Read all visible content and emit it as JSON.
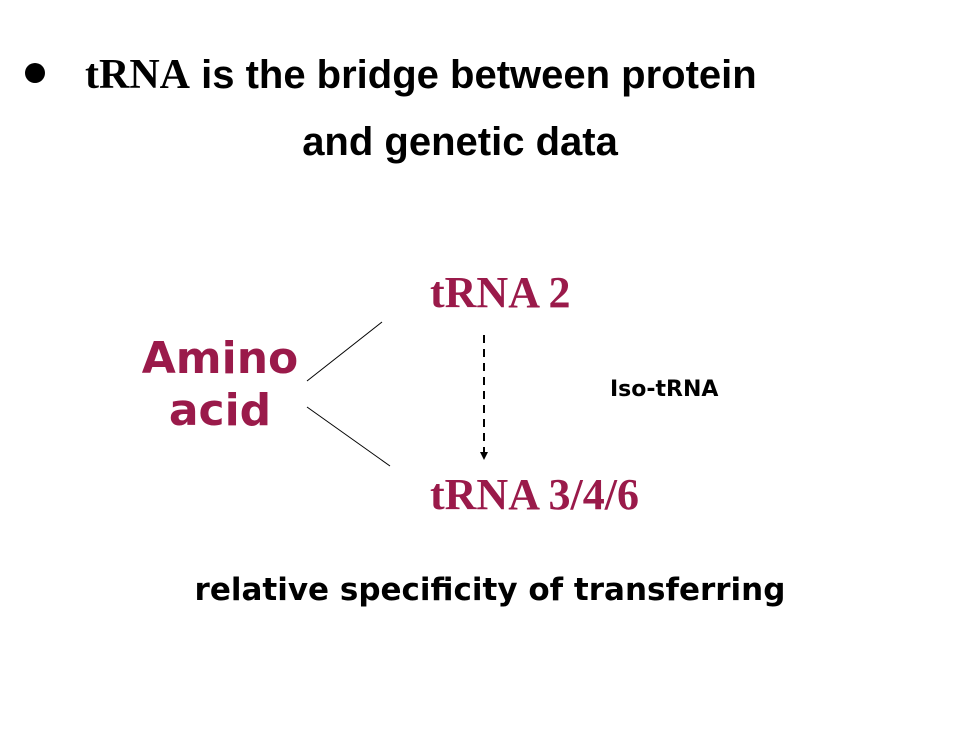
{
  "title": {
    "part1": "tRNA",
    "part2": " is the bridge between protein",
    "line2": "and genetic data"
  },
  "diagram": {
    "source": {
      "line1": "Amino",
      "line2": "acid"
    },
    "targets": [
      {
        "label": "tRNA 2"
      },
      {
        "label": "tRNA 3/4/6"
      }
    ],
    "relation_label": "Iso-tRNA"
  },
  "caption": "relative specificity of transferring",
  "colors": {
    "accent": "#9a1a4a",
    "text": "#000000",
    "background": "#ffffff"
  },
  "icons": {
    "bullet": "filled-circle-bullet"
  }
}
